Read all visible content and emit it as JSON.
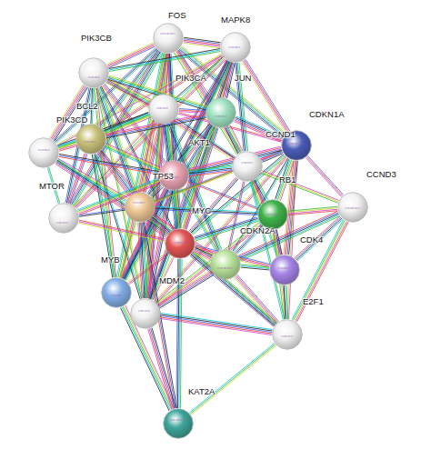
{
  "diagram": {
    "nodes": [
      {
        "text": [
          "FOS"
        ]
      },
      {
        "text": [
          "MAPK8"
        ]
      },
      {
        "text": [
          "PIK3CB"
        ]
      },
      {
        "text": [
          "PIK3CA"
        ]
      },
      {
        "text": [
          "JUN"
        ]
      },
      {
        "text": [
          "CDKN1A"
        ]
      },
      {
        "text": [
          "BCL2"
        ]
      },
      {
        "text": [
          "PIK3CD"
        ]
      },
      {
        "text": [
          "AKT1"
        ]
      },
      {
        "text": [
          "CCND1"
        ]
      },
      {
        "text": [
          "CCND3"
        ]
      },
      {
        "text": [
          "TP53"
        ]
      },
      {
        "text": [
          "RB1"
        ]
      },
      {
        "text": [
          "MTOR"
        ]
      },
      {
        "text": [
          "MYC"
        ]
      },
      {
        "text": [
          "CDKN2A"
        ]
      },
      {
        "text": [
          "CDK4"
        ]
      },
      {
        "text": [
          "MYB"
        ]
      },
      {
        "text": [
          "MDM2"
        ]
      },
      {
        "text": [
          "E2F1"
        ]
      },
      {
        "text": [
          "KAT2A"
        ]
      }
    ],
    "edges": [
      {
        "from": 0,
        "to": 4,
        "arrow": "none"
      },
      {
        "from": 0,
        "to": 1,
        "arrow": "none"
      },
      {
        "from": 0,
        "to": 3,
        "arrow": "none"
      },
      {
        "from": 0,
        "to": 8,
        "arrow": "none"
      },
      {
        "from": 0,
        "to": 11,
        "arrow": "none"
      },
      {
        "from": 0,
        "to": 14,
        "arrow": "none"
      },
      {
        "from": 0,
        "to": 9,
        "arrow": "none"
      },
      {
        "from": 0,
        "to": 6,
        "arrow": "none"
      },
      {
        "from": 0,
        "to": 13,
        "arrow": "none"
      },
      {
        "from": 0,
        "to": 5,
        "arrow": "none"
      },
      {
        "from": 0,
        "to": 2,
        "arrow": "none"
      },
      {
        "from": 0,
        "to": 7,
        "arrow": "none"
      },
      {
        "from": 0,
        "to": 18,
        "arrow": "none"
      },
      {
        "from": 0,
        "to": 17,
        "arrow": "none"
      },
      {
        "from": 1,
        "to": 4,
        "arrow": "none"
      },
      {
        "from": 1,
        "to": 8,
        "arrow": "none"
      },
      {
        "from": 1,
        "to": 11,
        "arrow": "none"
      },
      {
        "from": 1,
        "to": 6,
        "arrow": "none"
      },
      {
        "from": 1,
        "to": 14,
        "arrow": "none"
      },
      {
        "from": 1,
        "to": 3,
        "arrow": "none"
      },
      {
        "from": 1,
        "to": 2,
        "arrow": "none"
      },
      {
        "from": 1,
        "to": 7,
        "arrow": "none"
      },
      {
        "from": 1,
        "to": 9,
        "arrow": "none"
      },
      {
        "from": 1,
        "to": 13,
        "arrow": "none"
      },
      {
        "from": 1,
        "to": 5,
        "arrow": "none"
      },
      {
        "from": 1,
        "to": 18,
        "arrow": "none"
      },
      {
        "from": 1,
        "to": 17,
        "arrow": "none"
      },
      {
        "from": 2,
        "to": 3,
        "arrow": "none"
      },
      {
        "from": 2,
        "to": 7,
        "arrow": "none"
      },
      {
        "from": 2,
        "to": 8,
        "arrow": "none"
      },
      {
        "from": 2,
        "to": 13,
        "arrow": "none"
      },
      {
        "from": 2,
        "to": 6,
        "arrow": "none"
      },
      {
        "from": 2,
        "to": 11,
        "arrow": "none"
      },
      {
        "from": 2,
        "to": 14,
        "arrow": "none"
      },
      {
        "from": 2,
        "to": 4,
        "arrow": "none"
      },
      {
        "from": 2,
        "to": 9,
        "arrow": "none"
      },
      {
        "from": 2,
        "to": 18,
        "arrow": "none"
      },
      {
        "from": 2,
        "to": 17,
        "arrow": "none"
      },
      {
        "from": 3,
        "to": 7,
        "arrow": "none"
      },
      {
        "from": 3,
        "to": 8,
        "arrow": "none"
      },
      {
        "from": 3,
        "to": 13,
        "arrow": "none"
      },
      {
        "from": 3,
        "to": 6,
        "arrow": "none"
      },
      {
        "from": 3,
        "to": 11,
        "arrow": "none"
      },
      {
        "from": 3,
        "to": 14,
        "arrow": "none"
      },
      {
        "from": 3,
        "to": 9,
        "arrow": "none"
      },
      {
        "from": 3,
        "to": 4,
        "arrow": "none"
      },
      {
        "from": 3,
        "to": 5,
        "arrow": "none"
      },
      {
        "from": 3,
        "to": 18,
        "arrow": "none"
      },
      {
        "from": 3,
        "to": 15,
        "arrow": "none"
      },
      {
        "from": 4,
        "to": 11,
        "arrow": "none"
      },
      {
        "from": 4,
        "to": 14,
        "arrow": "none"
      },
      {
        "from": 4,
        "to": 9,
        "arrow": "none"
      },
      {
        "from": 4,
        "to": 6,
        "arrow": "none"
      },
      {
        "from": 4,
        "to": 5,
        "arrow": "none"
      },
      {
        "from": 4,
        "to": 8,
        "arrow": "none"
      },
      {
        "from": 4,
        "to": 18,
        "arrow": "none"
      },
      {
        "from": 4,
        "to": 17,
        "arrow": "none"
      },
      {
        "from": 5,
        "to": 11,
        "arrow": "none"
      },
      {
        "from": 5,
        "to": 9,
        "arrow": "none"
      },
      {
        "from": 5,
        "to": 16,
        "arrow": "none"
      },
      {
        "from": 5,
        "to": 12,
        "arrow": "none"
      },
      {
        "from": 5,
        "to": 10,
        "arrow": "none"
      },
      {
        "from": 5,
        "to": 14,
        "arrow": "none"
      },
      {
        "from": 5,
        "to": 19,
        "arrow": "none"
      },
      {
        "from": 5,
        "to": 18,
        "arrow": "none"
      },
      {
        "from": 5,
        "to": 15,
        "arrow": "none"
      },
      {
        "from": 5,
        "to": 8,
        "arrow": "none"
      },
      {
        "from": 6,
        "to": 11,
        "arrow": "none"
      },
      {
        "from": 6,
        "to": 8,
        "arrow": "none"
      },
      {
        "from": 6,
        "to": 14,
        "arrow": "none"
      },
      {
        "from": 6,
        "to": 13,
        "arrow": "none"
      },
      {
        "from": 6,
        "to": 7,
        "arrow": "none"
      },
      {
        "from": 6,
        "to": 17,
        "arrow": "none"
      },
      {
        "from": 6,
        "to": 18,
        "arrow": "none"
      },
      {
        "from": 7,
        "to": 8,
        "arrow": "none"
      },
      {
        "from": 7,
        "to": 13,
        "arrow": "none"
      },
      {
        "from": 7,
        "to": 11,
        "arrow": "none"
      },
      {
        "from": 7,
        "to": 14,
        "arrow": "none"
      },
      {
        "from": 8,
        "to": 13,
        "arrow": "none"
      },
      {
        "from": 8,
        "to": 11,
        "arrow": "none"
      },
      {
        "from": 8,
        "to": 18,
        "arrow": "none"
      },
      {
        "from": 8,
        "to": 14,
        "arrow": "none"
      },
      {
        "from": 8,
        "to": 9,
        "arrow": "none"
      },
      {
        "from": 8,
        "to": 12,
        "arrow": "none"
      },
      {
        "from": 8,
        "to": 15,
        "arrow": "none"
      },
      {
        "from": 8,
        "to": 17,
        "arrow": "none"
      },
      {
        "from": 9,
        "to": 16,
        "arrow": "none"
      },
      {
        "from": 9,
        "to": 12,
        "arrow": "none"
      },
      {
        "from": 9,
        "to": 10,
        "arrow": "none"
      },
      {
        "from": 9,
        "to": 14,
        "arrow": "none"
      },
      {
        "from": 9,
        "to": 19,
        "arrow": "none"
      },
      {
        "from": 9,
        "to": 15,
        "arrow": "none"
      },
      {
        "from": 9,
        "to": 11,
        "arrow": "none"
      },
      {
        "from": 10,
        "to": 16,
        "arrow": "none"
      },
      {
        "from": 10,
        "to": 12,
        "arrow": "none"
      },
      {
        "from": 10,
        "to": 19,
        "arrow": "none"
      },
      {
        "from": 10,
        "to": 15,
        "arrow": "none"
      },
      {
        "from": 11,
        "to": 18,
        "arrow": "none"
      },
      {
        "from": 11,
        "to": 14,
        "arrow": "none"
      },
      {
        "from": 11,
        "to": 15,
        "arrow": "none"
      },
      {
        "from": 11,
        "to": 12,
        "arrow": "none"
      },
      {
        "from": 11,
        "to": 19,
        "arrow": "none"
      },
      {
        "from": 11,
        "to": 20,
        "arrow": "none"
      },
      {
        "from": 11,
        "to": 13,
        "arrow": "none"
      },
      {
        "from": 11,
        "to": 17,
        "arrow": "none"
      },
      {
        "from": 12,
        "to": 19,
        "arrow": "none"
      },
      {
        "from": 12,
        "to": 16,
        "arrow": "none"
      },
      {
        "from": 12,
        "to": 15,
        "arrow": "none"
      },
      {
        "from": 12,
        "to": 14,
        "arrow": "none"
      },
      {
        "from": 12,
        "to": 18,
        "arrow": "none"
      },
      {
        "from": 13,
        "to": 14,
        "arrow": "none"
      },
      {
        "from": 14,
        "to": 20,
        "arrow": "none"
      },
      {
        "from": 14,
        "to": 19,
        "arrow": "none"
      },
      {
        "from": 14,
        "to": 16,
        "arrow": "none"
      },
      {
        "from": 14,
        "to": 15,
        "arrow": "none"
      },
      {
        "from": 14,
        "to": 17,
        "arrow": "none"
      },
      {
        "from": 14,
        "to": 18,
        "arrow": "none"
      },
      {
        "from": 15,
        "to": 16,
        "arrow": "none"
      },
      {
        "from": 15,
        "to": 18,
        "arrow": "none"
      },
      {
        "from": 15,
        "to": 19,
        "arrow": "none"
      },
      {
        "from": 16,
        "to": 19,
        "arrow": "none"
      },
      {
        "from": 17,
        "to": 20,
        "arrow": "none"
      },
      {
        "from": 18,
        "to": 19,
        "arrow": "none"
      },
      {
        "from": 18,
        "to": 20,
        "arrow": "none"
      },
      {
        "from": 19,
        "to": 20,
        "arrow": "none"
      }
    ]
  }
}
